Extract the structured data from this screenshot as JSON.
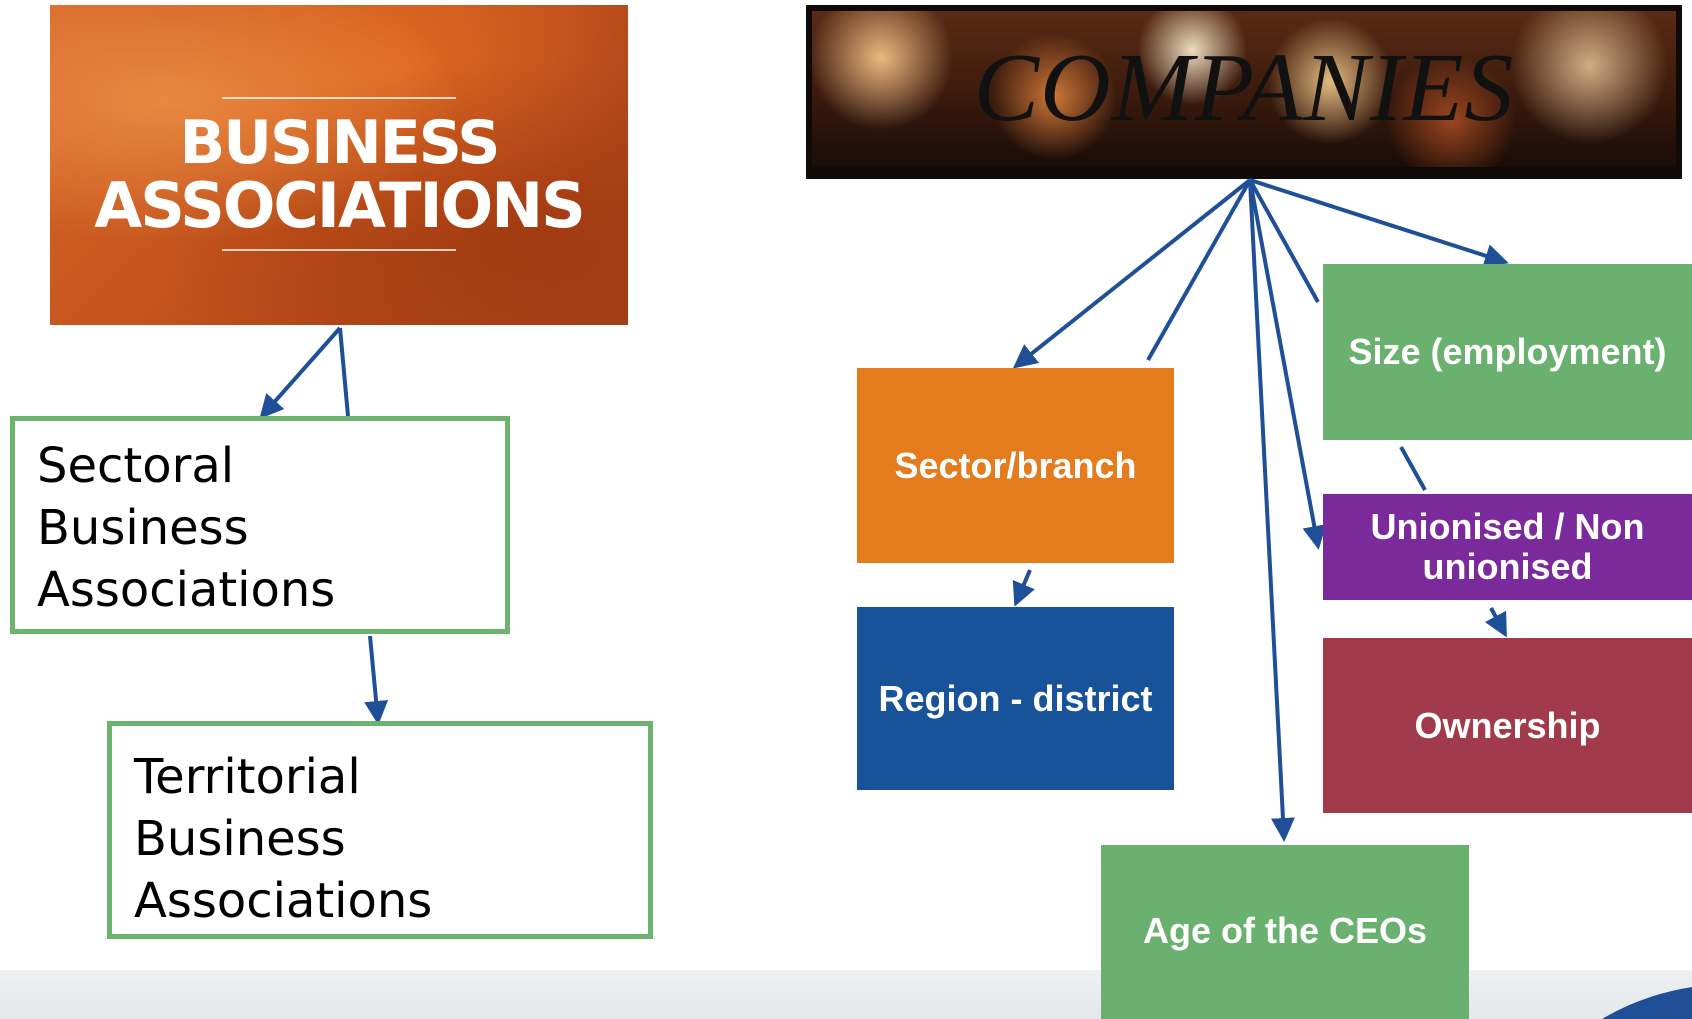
{
  "business_associations": {
    "line1": "BUSINESS",
    "line2": "ASSOCIATIONS",
    "sectoral_lines": [
      "Sectoral",
      "Business",
      "Associations"
    ],
    "territorial_lines": [
      "Territorial",
      "Business",
      "Associations"
    ]
  },
  "companies": {
    "title": "COMPANIES",
    "size": "Size (employment)",
    "sector": "Sector/branch",
    "union": "Unionised / Non unionised",
    "region": "Region - district",
    "ownership": "Ownership",
    "age": "Age of the CEOs"
  },
  "colors": {
    "outline_green": "#6db36e",
    "connector_blue": "#1f4f97",
    "size_green": "#6ab06f",
    "sector_orange": "#e47b1d",
    "union_purple": "#7b2a9c",
    "region_blue": "#185298",
    "ownership_red": "#a13b4b",
    "age_green": "#6ab06f"
  }
}
